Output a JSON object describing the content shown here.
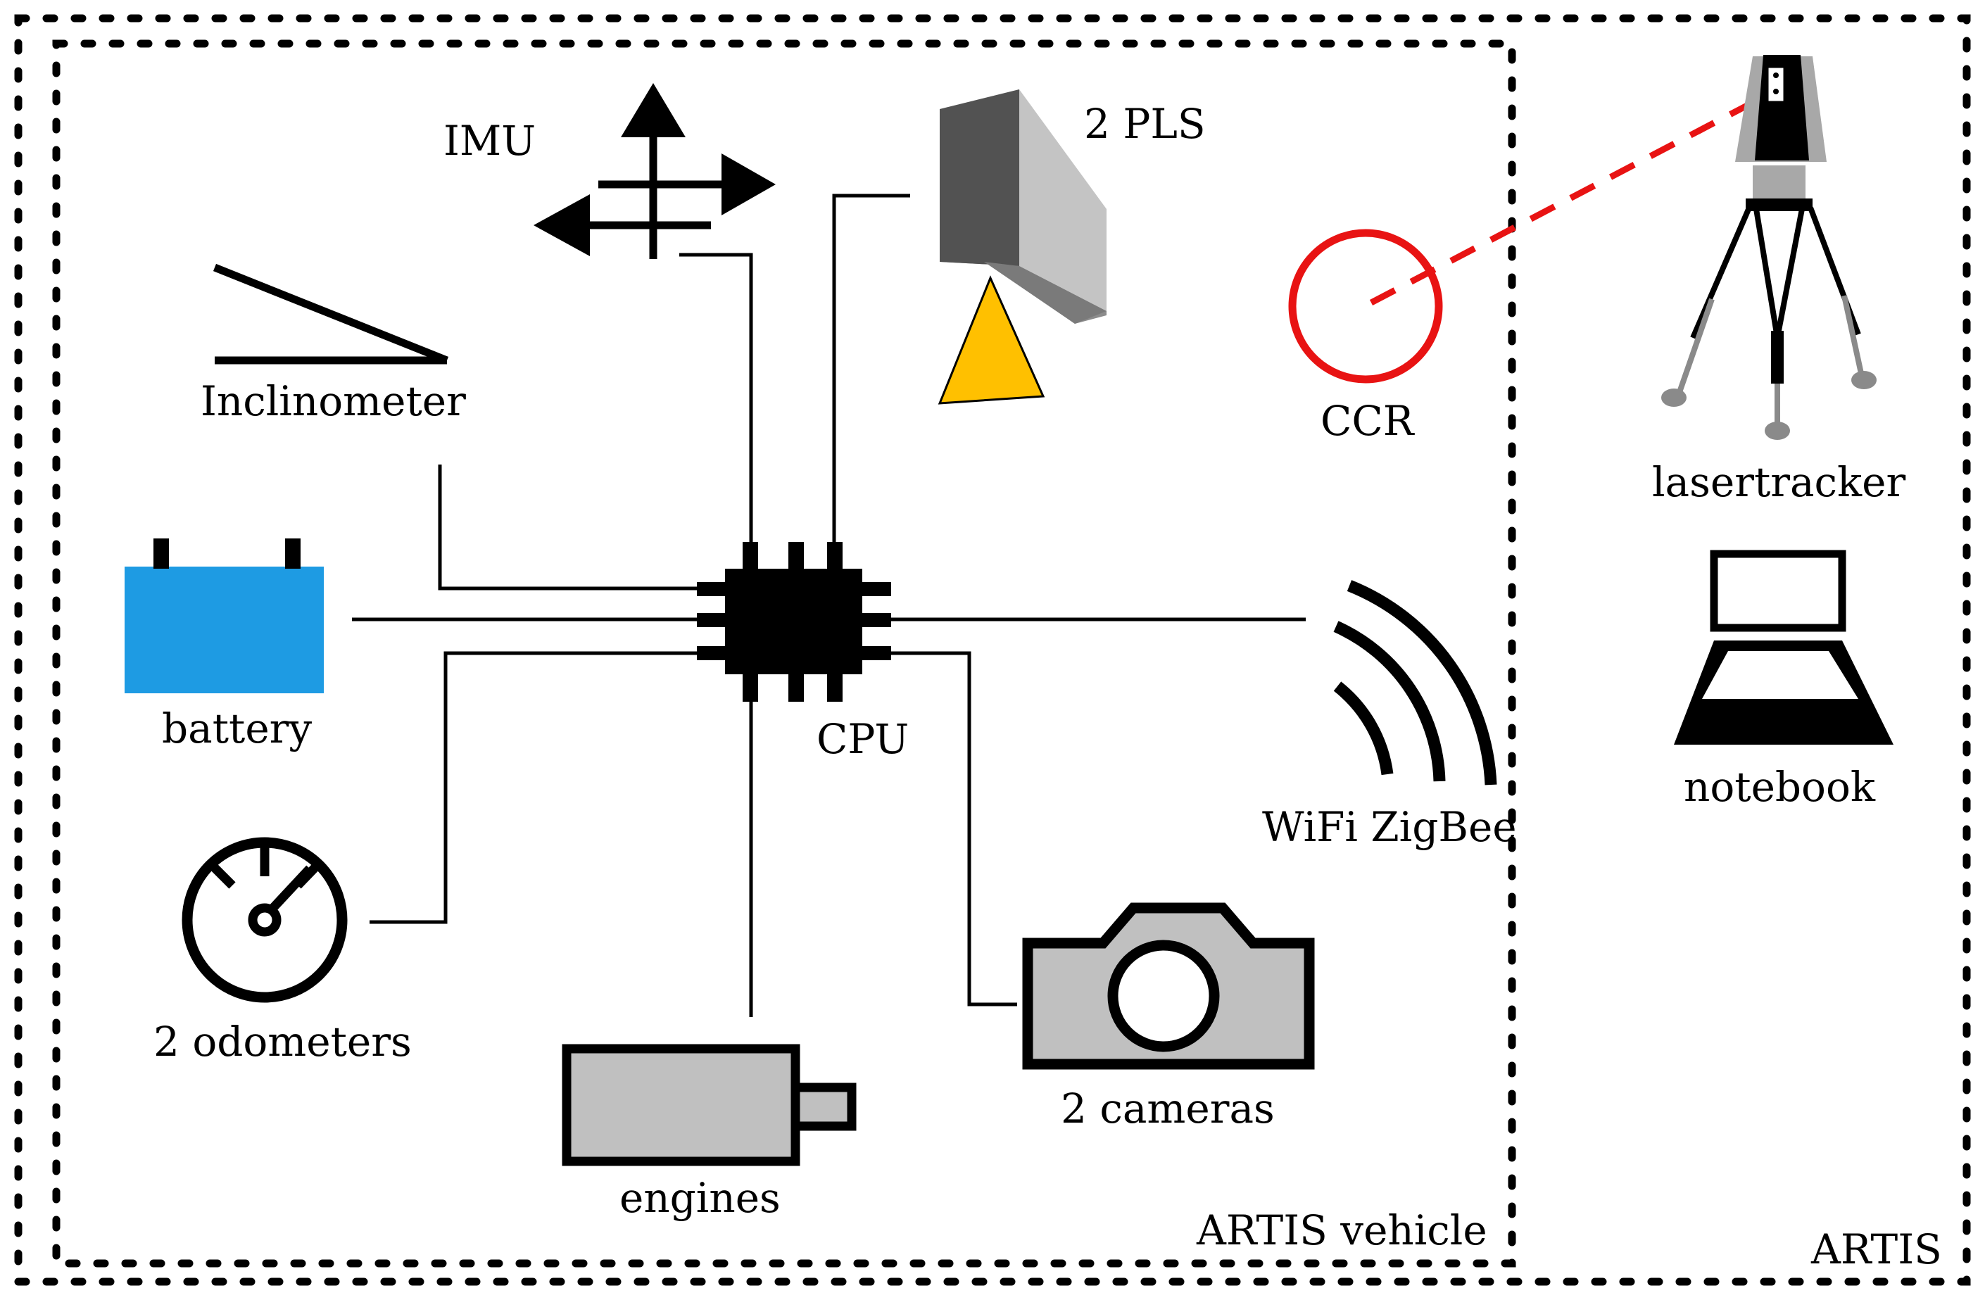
{
  "labels": {
    "imu": "IMU",
    "pls": "2 PLS",
    "ccr": "CCR",
    "lasertracker": "lasertracker",
    "inclinometer": "Inclinometer",
    "battery": "battery",
    "cpu": "CPU",
    "wifi": "WiFi ZigBee",
    "notebook": "notebook",
    "odometers": "2 odometers",
    "cameras": "2 cameras",
    "engines": "engines",
    "vehicle_boundary": "ARTIS vehicle",
    "system_boundary": "ARTIS"
  },
  "colors": {
    "line": "#000000",
    "battery": "#1E9BE3",
    "pls_dark": "#525252",
    "pls_light": "#C4C4C4",
    "pls_mid": "#8C8C8C",
    "pls_beam": "#FFC000",
    "laser": "#E81313",
    "device_fill": "#C0C0C0",
    "tracker_grey": "#A8A8A8",
    "tracker_leg_grey": "#8A8A8A"
  }
}
